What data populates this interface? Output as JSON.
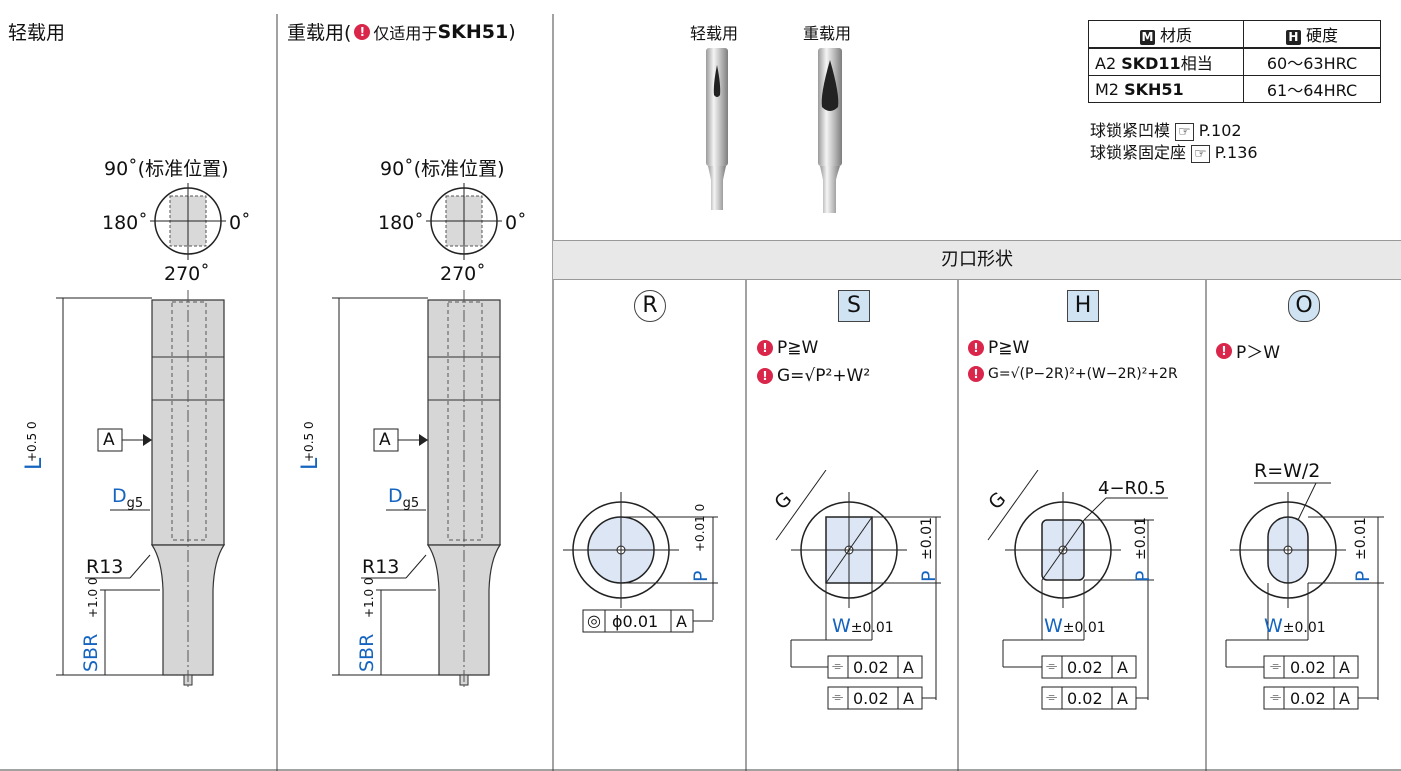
{
  "panels": {
    "light_title": "轻载用",
    "heavy_title": "重载用(",
    "heavy_note": "仅适用于",
    "heavy_note_material": "SKH51",
    "heavy_close": ")"
  },
  "orientation": {
    "top": "90˚(标准位置)",
    "left": "180˚",
    "right": "0˚",
    "bottom": "270˚"
  },
  "dims": {
    "L": "L",
    "L_tol_upper": "+0.5",
    "L_tol_lower": "0",
    "D": "D",
    "D_sub": "g5",
    "datum": "A",
    "R13": "R13",
    "SBR": "SBR",
    "SBR_tol_upper": "+1.0",
    "SBR_tol_lower": "0"
  },
  "photos": {
    "light_label": "轻载用",
    "heavy_label": "重载用"
  },
  "material_table": {
    "col1_header_icon": "M",
    "col1_header": "材质",
    "col2_header_icon": "H",
    "col2_header": "硬度",
    "rows": [
      {
        "code": "A2",
        "material": "SKD11",
        "suffix": "相当",
        "hardness": "60～63HRC"
      },
      {
        "code": "M2",
        "material": "SKH51",
        "suffix": "",
        "hardness": "61～64HRC"
      }
    ]
  },
  "references": [
    {
      "label": "球锁紧凹模",
      "icon": "☞",
      "page": "P.102"
    },
    {
      "label": "球锁紧固定座",
      "icon": "☞",
      "page": "P.136"
    }
  ],
  "section_title": "刃口形状",
  "shapes": [
    {
      "badge": "R",
      "badge_color": "#f8d7de",
      "conditions": [],
      "P_label": "P",
      "P_tol_upper": "+0.01",
      "P_tol_lower": "0",
      "concentricity": "◎",
      "conc_value": "ϕ0.01",
      "datum": "A"
    },
    {
      "badge": "S",
      "badge_color": "#cfe3f2",
      "conditions": [
        "P≧W",
        "G=√P²+W²"
      ],
      "G_label": "G",
      "P_label": "P",
      "P_tol": "±0.01",
      "W_label": "W",
      "W_tol": "±0.01",
      "sym": "⌯",
      "tol_value": "0.02",
      "datum": "A"
    },
    {
      "badge": "H",
      "badge_color": "#cfe3f2",
      "conditions": [
        "P≧W",
        "G=√(P−2R)²+(W−2R)²+2R"
      ],
      "G_label": "G",
      "corner": "4−R0.5",
      "P_label": "P",
      "P_tol": "±0.01",
      "W_label": "W",
      "W_tol": "±0.01",
      "sym": "⌯",
      "tol_value": "0.02",
      "datum": "A"
    },
    {
      "badge": "O",
      "badge_color": "#cfe3f2",
      "conditions": [
        "P＞W"
      ],
      "radius_label": "R=W/2",
      "P_label": "P",
      "P_tol": "±0.01",
      "W_label": "W",
      "W_tol": "±0.01",
      "sym": "⌯",
      "tol_value": "0.02",
      "datum": "A"
    }
  ]
}
